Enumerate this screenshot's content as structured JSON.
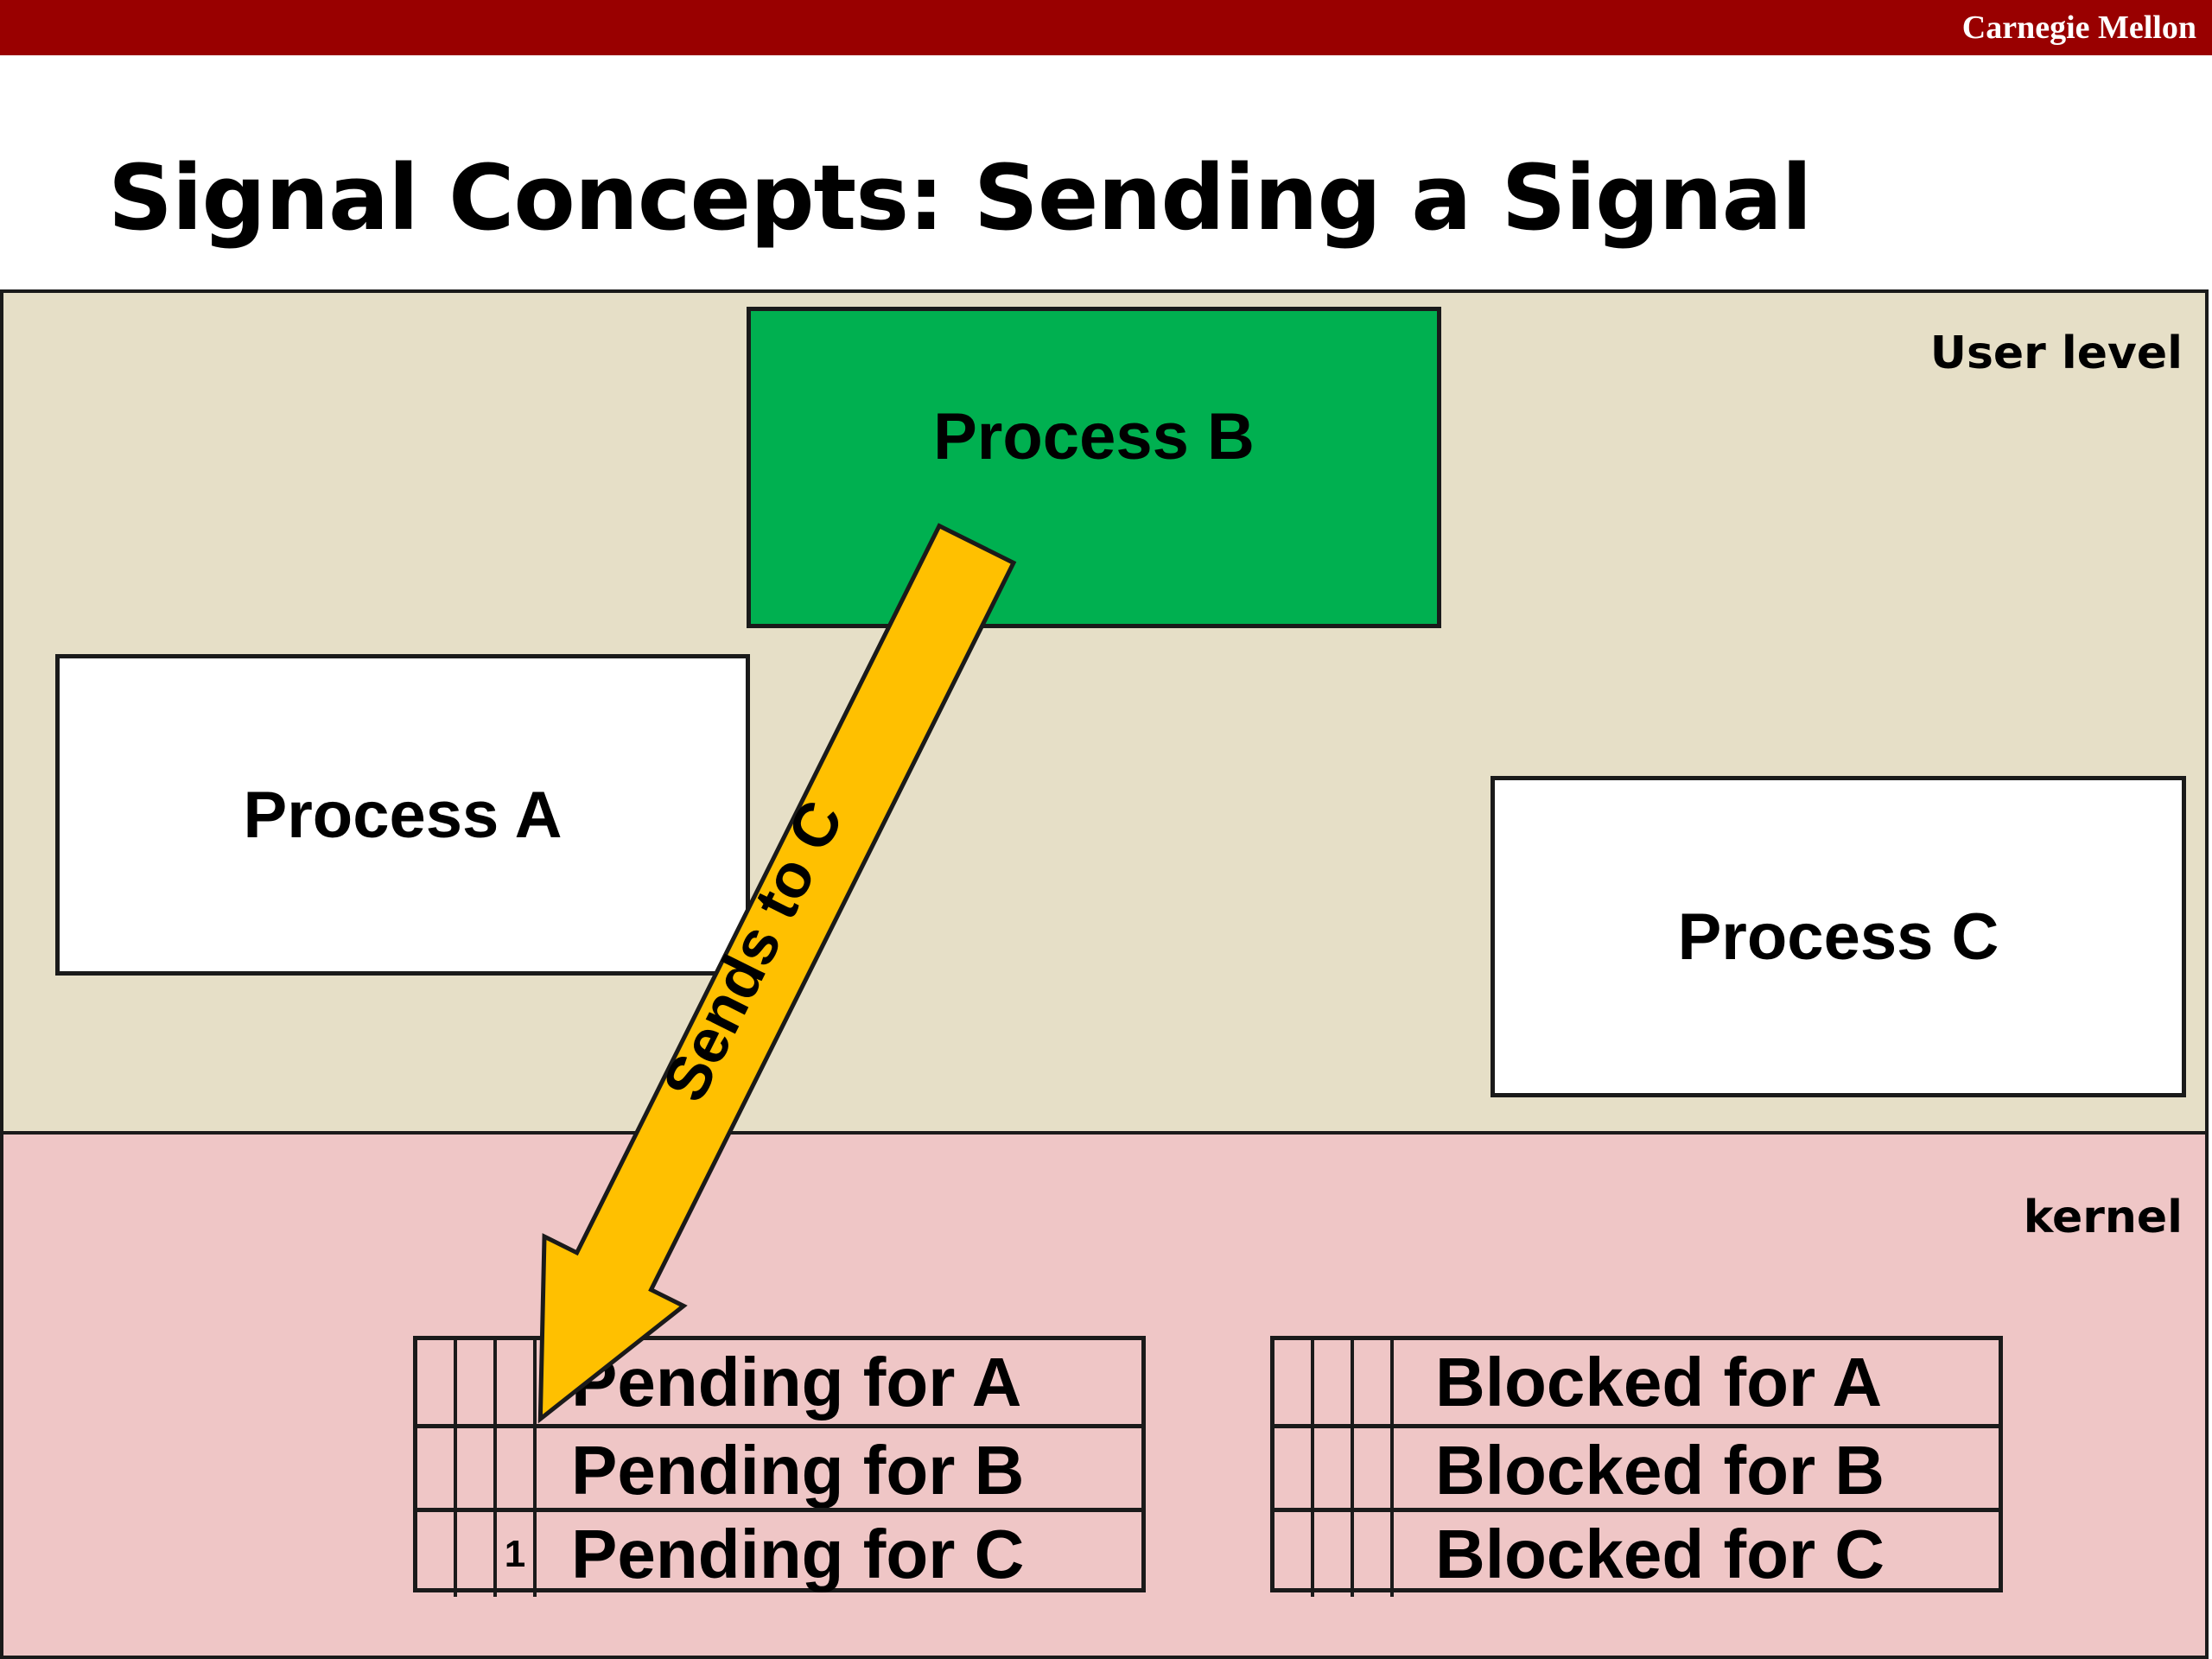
{
  "header": {
    "brand": "Carnegie Mellon",
    "bar_color": "#990000"
  },
  "slide": {
    "title": "Signal Concepts: Sending a Signal"
  },
  "zones": {
    "user_label": "User level",
    "kernel_label": "kernel"
  },
  "processes": {
    "a": "Process A",
    "b": "Process B",
    "c": "Process C",
    "sender_color": "#00b050"
  },
  "arrow": {
    "label": "Sends to C",
    "color": "#ffc000"
  },
  "pending": {
    "rows": [
      "Pending for A",
      "Pending for B",
      "Pending for C"
    ],
    "set_bit": "1"
  },
  "blocked": {
    "rows": [
      "Blocked for A",
      "Blocked for B",
      "Blocked for C"
    ]
  }
}
